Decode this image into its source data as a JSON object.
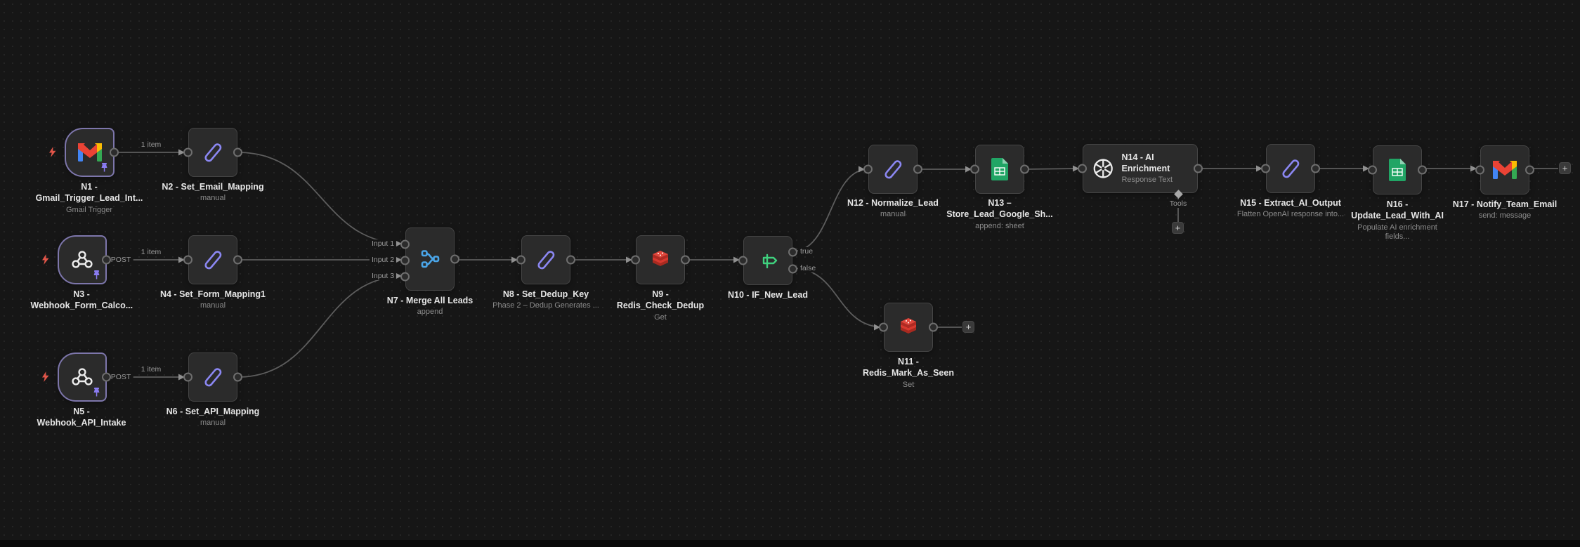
{
  "canvas": {
    "background": "#161616",
    "dot_color": "#252525"
  },
  "colors": {
    "node_bg": "#2b2b2b",
    "node_border": "#454545",
    "trigger_border": "#7d76ab",
    "wire": "#5d5d5d",
    "title_text": "#e6e6e6",
    "subtitle_text": "#8c8c8c",
    "pencil_icon": "#8b87f2",
    "merge_icon": "#4aa5e8",
    "if_icon": "#3fd17e",
    "redis_icon": "#d8382e",
    "sheets_icon": "#21a565",
    "bolt_icon": "#e25549",
    "pin_icon": "#8b7cf3"
  },
  "labels": {
    "item_count": "1 item",
    "post": "POST",
    "true_branch": "true",
    "false_branch": "false",
    "tools": "Tools",
    "input1": "Input 1",
    "input2": "Input 2",
    "input3": "Input 3",
    "add": "+"
  },
  "nodes": {
    "n1": {
      "title": "N1 - Gmail_Trigger_Lead_Int...",
      "subtitle": "Gmail Trigger",
      "icon": "gmail-icon",
      "type": "trigger",
      "pinned": true
    },
    "n2": {
      "title": "N2 - Set_Email_Mapping",
      "subtitle": "manual",
      "icon": "edit-fields-icon"
    },
    "n3": {
      "title": "N3 - Webhook_Form_Calco...",
      "subtitle": "",
      "icon": "webhook-icon",
      "type": "trigger",
      "method": "POST",
      "pinned": true
    },
    "n4": {
      "title": "N4 - Set_Form_Mapping1",
      "subtitle": "manual",
      "icon": "edit-fields-icon"
    },
    "n5": {
      "title": "N5 - Webhook_API_Intake",
      "subtitle": "",
      "icon": "webhook-icon",
      "type": "trigger",
      "method": "POST",
      "pinned": true
    },
    "n6": {
      "title": "N6 - Set_API_Mapping",
      "subtitle": "manual",
      "icon": "edit-fields-icon"
    },
    "n7": {
      "title": "N7 - Merge All Leads",
      "subtitle": "append",
      "icon": "merge-icon",
      "inputs": [
        "Input 1",
        "Input 2",
        "Input 3"
      ]
    },
    "n8": {
      "title": "N8 - Set_Dedup_Key",
      "subtitle": "Phase 2 – Dedup Generates ...",
      "icon": "edit-fields-icon"
    },
    "n9": {
      "title": "N9 - Redis_Check_Dedup",
      "subtitle": "Get",
      "icon": "redis-icon"
    },
    "n10": {
      "title": "N10 - IF_New_Lead",
      "subtitle": "",
      "icon": "if-icon",
      "outputs": [
        "true",
        "false"
      ]
    },
    "n11": {
      "title": "N11 - Redis_Mark_As_Seen",
      "subtitle": "Set",
      "icon": "redis-icon"
    },
    "n12": {
      "title": "N12 - Normalize_Lead",
      "subtitle": "manual",
      "icon": "edit-fields-icon"
    },
    "n13": {
      "title": "N13 – Store_Lead_Google_Sh...",
      "subtitle": "append: sheet",
      "icon": "google-sheets-icon"
    },
    "n14": {
      "title": "N14 - AI Enrichment",
      "subtitle": "Response Text",
      "icon": "openai-icon",
      "connector": "Tools"
    },
    "n15": {
      "title": "N15 - Extract_AI_Output",
      "subtitle": "Flatten OpenAI response into...",
      "icon": "edit-fields-icon"
    },
    "n16": {
      "title": "N16 - Update_Lead_With_AI",
      "subtitle": "Populate AI enrichment fields...",
      "icon": "google-sheets-icon"
    },
    "n17": {
      "title": "N17 - Notify_Team_Email",
      "subtitle": "send: message",
      "icon": "gmail-icon"
    }
  }
}
